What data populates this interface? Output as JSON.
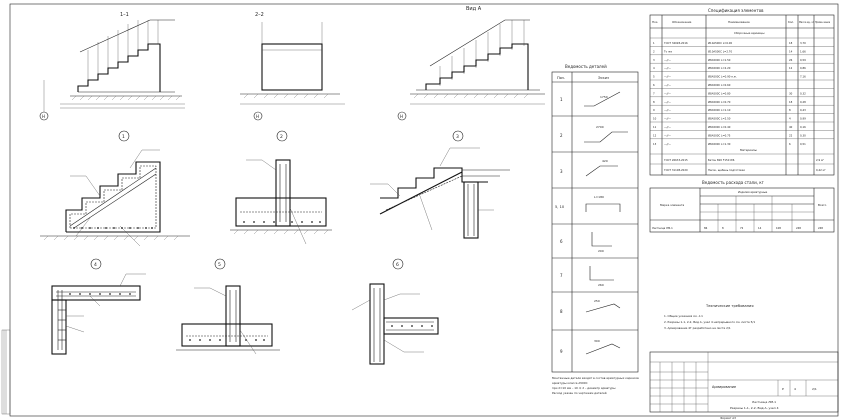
{
  "drawing": {
    "views": {
      "section_1": "1–1",
      "section_2": "2–2",
      "view_a": "Вид А"
    },
    "detail_markers": [
      "1",
      "2",
      "3",
      "4",
      "5",
      "6"
    ],
    "axis_marks": [
      "Н",
      "Н",
      "Н"
    ],
    "specification_title": "Спецификация элементов",
    "spec_headers": [
      "Поз.",
      "Обозначение",
      "Наименование",
      "Кол.",
      "Масса ед., кг",
      "Приме-чание"
    ],
    "spec_section_parts": "Сборочные единицы",
    "spec_rows": [
      {
        "pos": "1",
        "code": "ГОСТ 34028-2016",
        "name": "Ø10А500С L=6.00",
        "qty": "18",
        "mass": "3,70"
      },
      {
        "pos": "2",
        "code": "То же",
        "name": "Ø10А500С L=2.70",
        "qty": "14",
        "mass": "1,66"
      },
      {
        "pos": "3",
        "code": "—//—",
        "name": "Ø8А500С L=1.50",
        "qty": "26",
        "mass": "0,59"
      },
      {
        "pos": "4",
        "code": "—//—",
        "name": "Ø8А500С L=2.20",
        "qty": "12",
        "mass": "0,86"
      },
      {
        "pos": "5",
        "code": "—//—",
        "name": "Ø8А500С L=0.90 п.м.",
        "qty": "",
        "mass": "7,16"
      },
      {
        "pos": "6",
        "code": "—//—",
        "name": "Ø8А500С L=0.60",
        "qty": "",
        "mass": ""
      },
      {
        "pos": "7",
        "code": "—//—",
        "name": "Ø8А500С L=0.80",
        "qty": "30",
        "mass": "0,32"
      },
      {
        "pos": "8",
        "code": "—//—",
        "name": "Ø8А500С L=0.70",
        "qty": "18",
        "mass": "0,28"
      },
      {
        "pos": "9",
        "code": "—//—",
        "name": "Ø8А500С L=1.10",
        "qty": "8",
        "mass": "0,43"
      },
      {
        "pos": "10",
        "code": "—//—",
        "name": "Ø8А500С L=2.50",
        "qty": "4",
        "mass": "0,99"
      },
      {
        "pos": "11",
        "code": "—//—",
        "name": "Ø8А500С L=0.40",
        "qty": "40",
        "mass": "0,16"
      },
      {
        "pos": "12",
        "code": "—//—",
        "name": "Ø8А500С L=0.75",
        "qty": "22",
        "mass": "0,30"
      },
      {
        "pos": "13",
        "code": "—//—",
        "name": "Ø8А500С L=1.30",
        "qty": "6",
        "mass": "0,51"
      }
    ],
    "spec_section_materials": "Материалы",
    "spec_material_rows": [
      {
        "code": "ГОСТ 26633-2015",
        "name": "Бетон В20 F150 W6",
        "note": "2,9 м³"
      },
      {
        "code": "ГОСТ 31108-2020",
        "name": "Песок, щебень подготовки",
        "note": "0,42 м³"
      }
    ],
    "details_title": "Ведомость деталей",
    "details_headers": [
      "Поз.",
      "Эскиз"
    ],
    "details_rows": [
      {
        "pos": "1",
        "dim": "1750"
      },
      {
        "pos": "2",
        "dim": "2700"
      },
      {
        "pos": "3",
        "dim": "420"
      },
      {
        "pos": "5, 10",
        "dim": "L=180"
      },
      {
        "pos": "6",
        "dim": "200"
      },
      {
        "pos": "7",
        "dim": "260"
      },
      {
        "pos": "8",
        "dim": "250"
      },
      {
        "pos": "9",
        "dim": "300"
      }
    ],
    "steel_title": "Ведомость расхода стали, кг",
    "steel_headers": [
      "Марка элемента",
      "Изделия арматурные",
      "Всего"
    ],
    "steel_values": [
      "86",
      "8",
      "72",
      "14",
      "108",
      "248",
      "248"
    ],
    "steel_row_label": "Лестница ЛМ-1",
    "general_notes_title": "Технические требования",
    "general_notes": [
      "1. Общие указания см. л.1",
      "2. Разрезы 1-1, 2-2, Вид А, узел 4 непрерывного см. листе 5/1",
      "3. Армирование 4Г разработано на листе 2/1"
    ],
    "detail_note": [
      "Монтажные детали входят в состав арматурных каркасов",
      "арматуры класса А500С",
      "при d=10 мм – 10 d; d – диаметр арматуры",
      "Расход указан по чертежам деталей"
    ],
    "title_block": {
      "name": "Армирование",
      "stage": "Р",
      "sheet": "2/1",
      "sheets": "4",
      "doc": "Лестница ЛМ-1",
      "sections": "Разрезы 1-1, 2-2, Вид А, узел 4",
      "format": "Формат А3"
    }
  }
}
